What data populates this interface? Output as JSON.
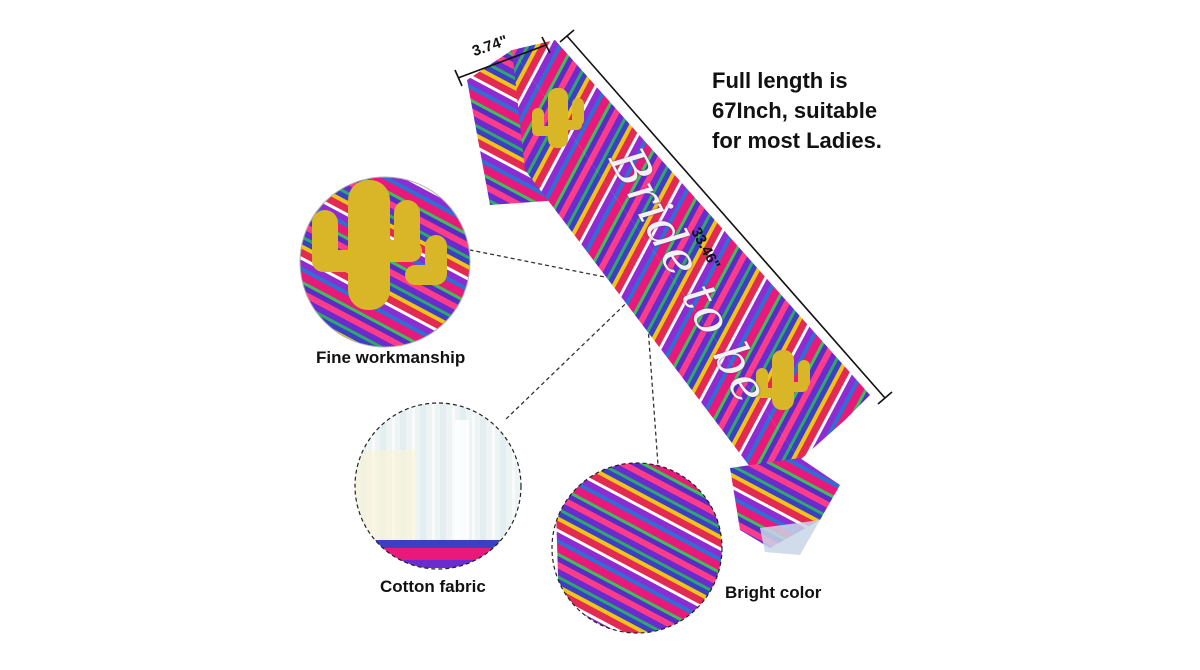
{
  "headline": {
    "line1": "Full length is",
    "line2": "67Inch, suitable",
    "line3": "for most Ladies."
  },
  "dimensions": {
    "width": "3.74\"",
    "length": "33.46\""
  },
  "sash_text": "Bride to be",
  "callouts": {
    "fine": "Fine workmanship",
    "cotton": "Cotton fabric",
    "bright": "Bright color"
  },
  "colors": {
    "stripe_pink": "#e8197a",
    "stripe_purple": "#6a2ccf",
    "stripe_blue": "#3b3fc4",
    "stripe_red": "#e32a52",
    "stripe_green": "#2ea86b",
    "stripe_yellow": "#f0c419",
    "gold": "#d8b628"
  }
}
